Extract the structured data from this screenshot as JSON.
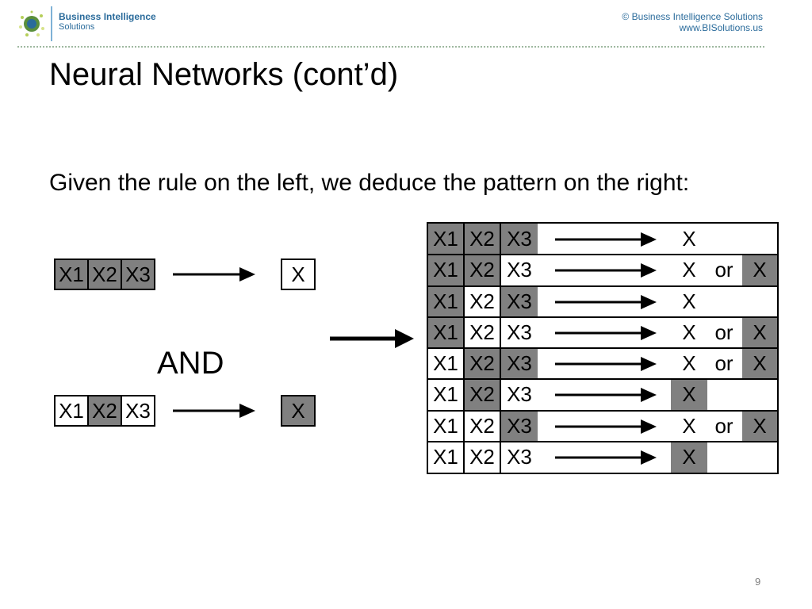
{
  "header": {
    "company_line1": "Business Intelligence",
    "company_line2": "Solutions",
    "copyright": "© Business Intelligence Solutions",
    "website": "www.BISolutions.us",
    "accent_color": "#2a6b9b"
  },
  "slide": {
    "title": "Neural Networks (cont’d)",
    "subtitle": "Given the rule on the left, we deduce the pattern on the right:",
    "page_number": "9",
    "and_label": "AND"
  },
  "rules": [
    {
      "inputs": [
        {
          "label": "X1",
          "active": true
        },
        {
          "label": "X2",
          "active": true
        },
        {
          "label": "X3",
          "active": true
        }
      ],
      "output": {
        "label": "X",
        "active": false
      }
    },
    {
      "inputs": [
        {
          "label": "X1",
          "active": false
        },
        {
          "label": "X2",
          "active": true
        },
        {
          "label": "X3",
          "active": false
        }
      ],
      "output": {
        "label": "X",
        "active": true
      }
    }
  ],
  "pattern_table": {
    "or_label": "or",
    "shade_color": "#808080",
    "rows": [
      {
        "x1": {
          "label": "X1",
          "active": true
        },
        "x2": {
          "label": "X2",
          "active": true
        },
        "x3": {
          "label": "X3",
          "active": true
        },
        "out1": {
          "label": "X",
          "active": false
        },
        "or": "",
        "out2": null
      },
      {
        "x1": {
          "label": "X1",
          "active": true
        },
        "x2": {
          "label": "X2",
          "active": true
        },
        "x3": {
          "label": "X3",
          "active": false
        },
        "out1": {
          "label": "X",
          "active": false
        },
        "or": "or",
        "out2": {
          "label": "X",
          "active": true
        }
      },
      {
        "x1": {
          "label": "X1",
          "active": true
        },
        "x2": {
          "label": "X2",
          "active": false
        },
        "x3": {
          "label": "X3",
          "active": true
        },
        "out1": {
          "label": "X",
          "active": false
        },
        "or": "",
        "out2": null
      },
      {
        "x1": {
          "label": "X1",
          "active": true
        },
        "x2": {
          "label": "X2",
          "active": false
        },
        "x3": {
          "label": "X3",
          "active": false
        },
        "out1": {
          "label": "X",
          "active": false
        },
        "or": "or",
        "out2": {
          "label": "X",
          "active": true
        }
      },
      {
        "x1": {
          "label": "X1",
          "active": false
        },
        "x2": {
          "label": "X2",
          "active": true
        },
        "x3": {
          "label": "X3",
          "active": true
        },
        "out1": {
          "label": "X",
          "active": false
        },
        "or": "or",
        "out2": {
          "label": "X",
          "active": true
        }
      },
      {
        "x1": {
          "label": "X1",
          "active": false
        },
        "x2": {
          "label": "X2",
          "active": true
        },
        "x3": {
          "label": "X3",
          "active": false
        },
        "out1": {
          "label": "X",
          "active": true
        },
        "or": "",
        "out2": null
      },
      {
        "x1": {
          "label": "X1",
          "active": false
        },
        "x2": {
          "label": "X2",
          "active": false
        },
        "x3": {
          "label": "X3",
          "active": true
        },
        "out1": {
          "label": "X",
          "active": false
        },
        "or": "or",
        "out2": {
          "label": "X",
          "active": true
        }
      },
      {
        "x1": {
          "label": "X1",
          "active": false
        },
        "x2": {
          "label": "X2",
          "active": false
        },
        "x3": {
          "label": "X3",
          "active": false
        },
        "out1": {
          "label": "X",
          "active": true
        },
        "or": "",
        "out2": null
      }
    ]
  }
}
